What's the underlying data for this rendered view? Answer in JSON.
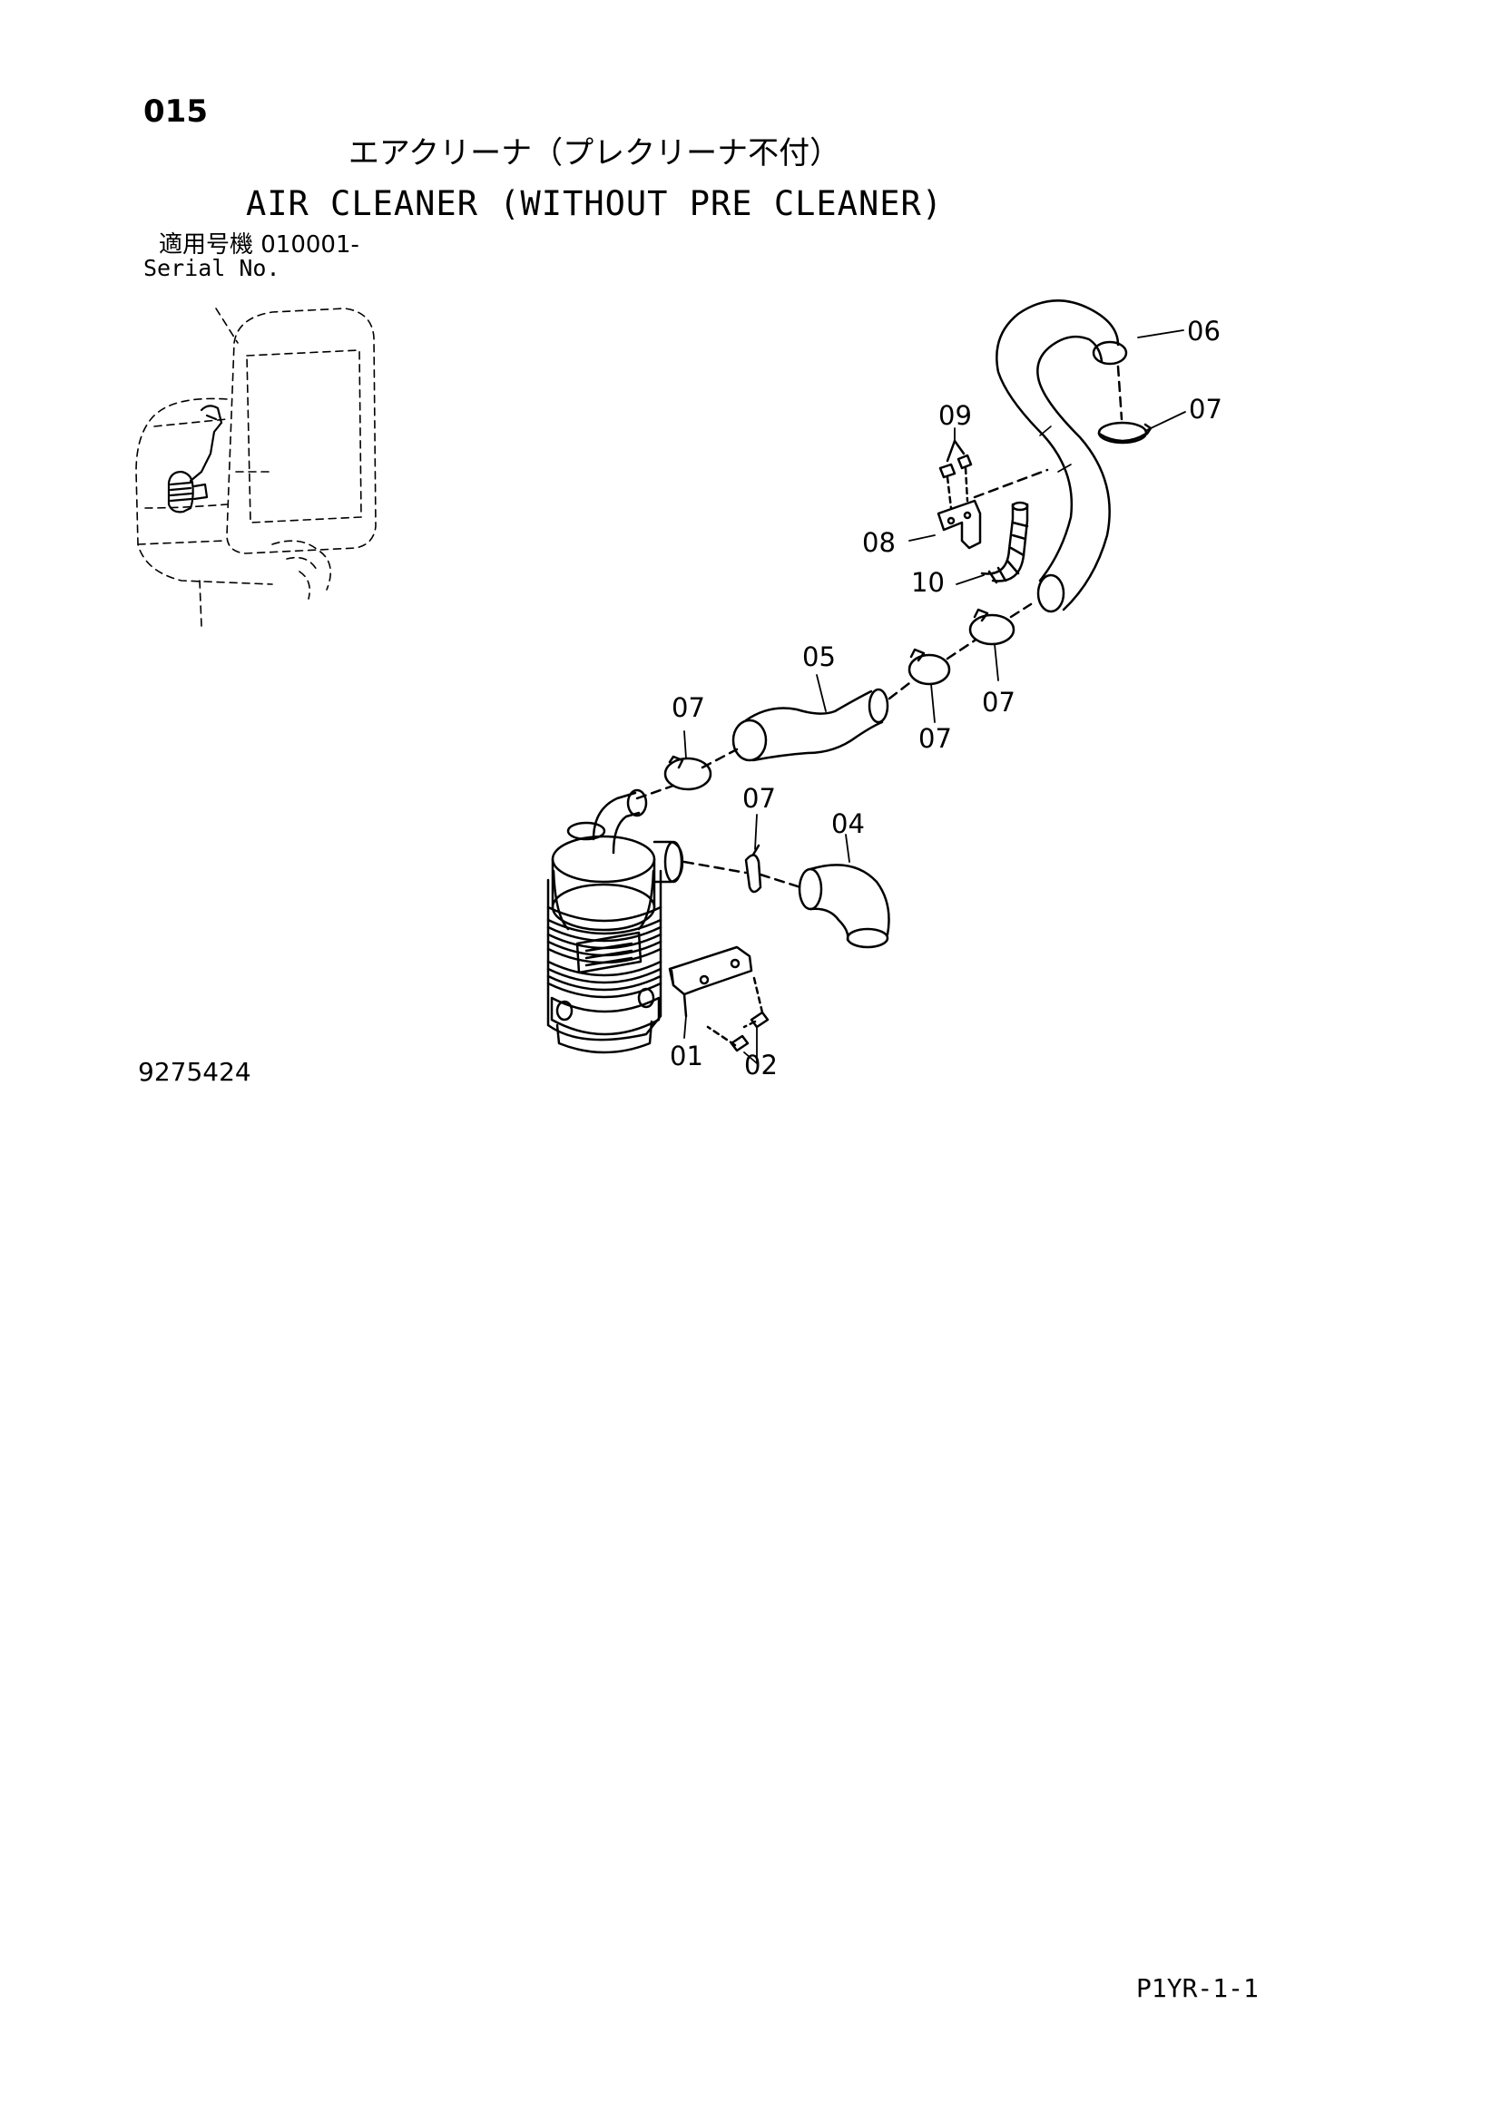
{
  "header": {
    "page_number": "015",
    "title_jp": "エアクリーナ（プレクリーナ不付）",
    "title_en": "AIR CLEANER (WITHOUT PRE CLEANER)",
    "serial_jp": "適用号機 010001-",
    "serial_en": "Serial No."
  },
  "footer": {
    "drawing_number": "9275424",
    "page_code": "P1YR-1-1"
  },
  "parts": [
    {
      "number": "06"
    },
    {
      "number": "07"
    },
    {
      "number": "09"
    },
    {
      "number": "08"
    },
    {
      "number": "10"
    },
    {
      "number": "05"
    },
    {
      "number": "07"
    },
    {
      "number": "07"
    },
    {
      "number": "07"
    },
    {
      "number": "07"
    },
    {
      "number": "04"
    },
    {
      "number": "01"
    },
    {
      "number": "02"
    }
  ]
}
